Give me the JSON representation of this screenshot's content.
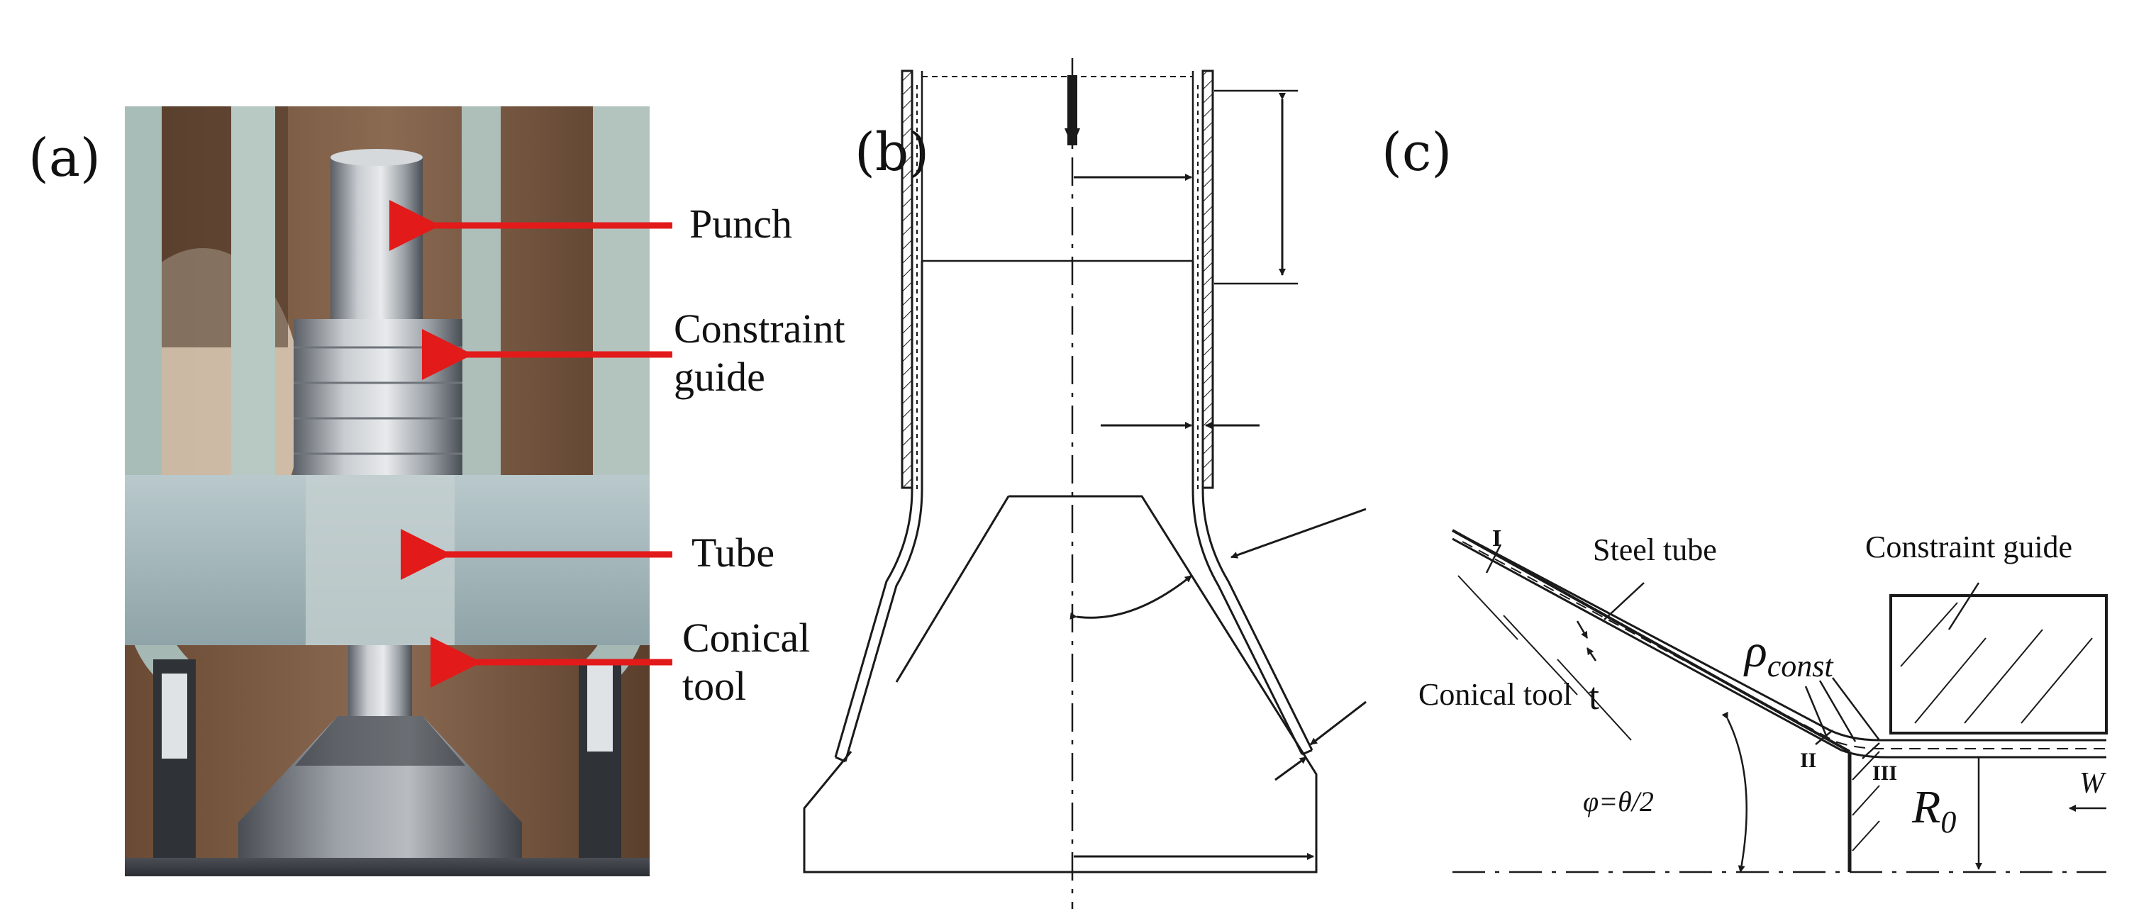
{
  "panels": {
    "a": {
      "label": "(a)"
    },
    "b": {
      "label": "(b)"
    },
    "c": {
      "label": "(c)"
    }
  },
  "photo_callouts": [
    {
      "id": "punch",
      "lines": [
        "Punch"
      ]
    },
    {
      "id": "constraint-guide",
      "lines": [
        "Constraint",
        "guide"
      ]
    },
    {
      "id": "tube",
      "lines": [
        "Tube"
      ]
    },
    {
      "id": "conical-tool",
      "lines": [
        "Conical",
        "tool"
      ]
    }
  ],
  "diagram_c": {
    "steel_tube": "Steel tube",
    "constraint_guide": "Constraint guide",
    "conical_tool": "Conical tool",
    "rho_symbol": "ρ",
    "rho_sub": "const",
    "thickness": "t",
    "zone_1": "I",
    "zone_2": "II",
    "zone_3": "III",
    "angle": "φ=θ/2",
    "radius_symbol": "R",
    "radius_sub": "0",
    "force": "W"
  },
  "colors": {
    "arrow_red": "#e21a1a",
    "line": "#1a1a1a",
    "background": "#ffffff"
  }
}
